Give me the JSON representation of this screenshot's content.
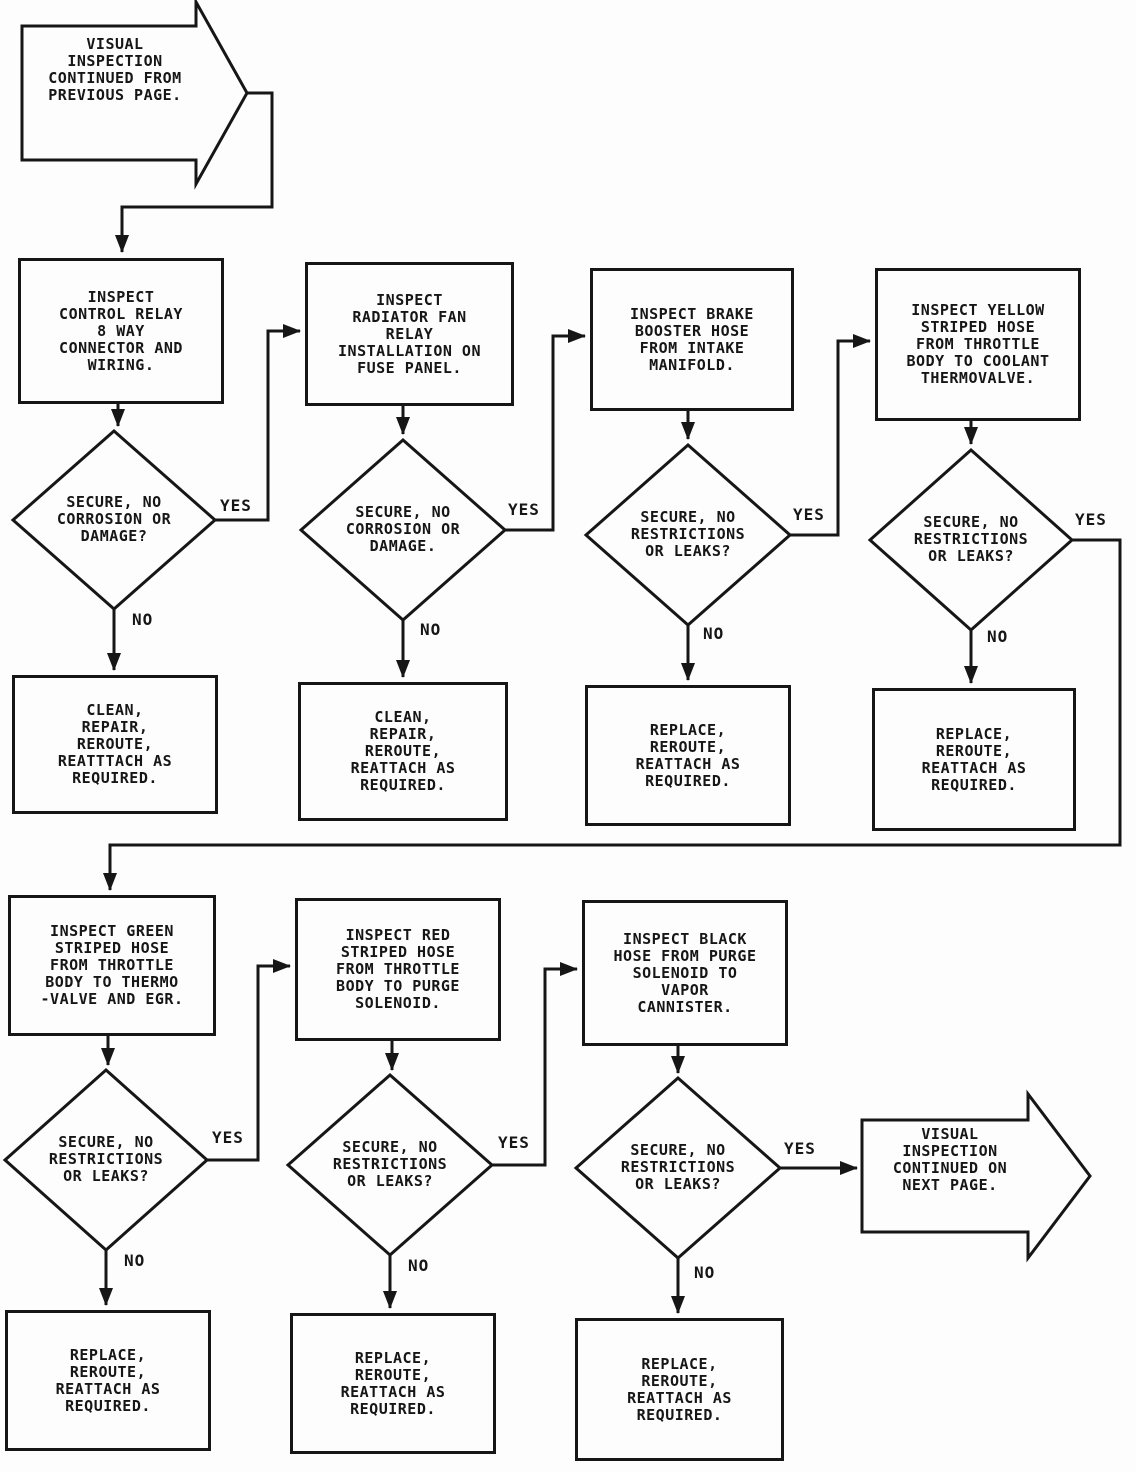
{
  "page": {
    "background": "#fdfdfd",
    "ink": "#161616"
  },
  "labels": {
    "yes": "YES",
    "no": "NO"
  },
  "start_arrow": "VISUAL\nINSPECTION\nCONTINUED FROM\nPREVIOUS PAGE.",
  "end_arrow": "VISUAL\nINSPECTION\nCONTINUED ON\nNEXT PAGE.",
  "steps": [
    {
      "inspect": "INSPECT\nCONTROL RELAY\n8 WAY\nCONNECTOR AND\nWIRING.",
      "decision": "SECURE, NO\nCORROSION OR\nDAMAGE?",
      "action": "CLEAN,\nREPAIR,\nREROUTE,\nREATTTACH AS\nREQUIRED."
    },
    {
      "inspect": "INSPECT\nRADIATOR FAN\nRELAY\nINSTALLATION ON\nFUSE PANEL.",
      "decision": "SECURE, NO\nCORROSION OR\nDAMAGE.",
      "action": "CLEAN,\nREPAIR,\nREROUTE,\nREATTACH AS\nREQUIRED."
    },
    {
      "inspect": "INSPECT BRAKE\nBOOSTER HOSE\nFROM INTAKE\nMANIFOLD.",
      "decision": "SECURE, NO\nRESTRICTIONS\nOR LEAKS?",
      "action": "REPLACE,\nREROUTE,\nREATTACH AS\nREQUIRED."
    },
    {
      "inspect": "INSPECT YELLOW\nSTRIPED HOSE\nFROM THROTTLE\nBODY TO COOLANT\nTHERMOVALVE.",
      "decision": "SECURE, NO\nRESTRICTIONS\nOR LEAKS?",
      "action": "REPLACE,\nREROUTE,\nREATTACH AS\nREQUIRED."
    },
    {
      "inspect": "INSPECT GREEN\nSTRIPED HOSE\nFROM THROTTLE\nBODY TO THERMO\n-VALVE AND EGR.",
      "decision": "SECURE, NO\nRESTRICTIONS\nOR LEAKS?",
      "action": "REPLACE,\nREROUTE,\nREATTACH AS\nREQUIRED."
    },
    {
      "inspect": "INSPECT RED\nSTRIPED HOSE\nFROM THROTTLE\nBODY TO PURGE\nSOLENOID.",
      "decision": "SECURE, NO\nRESTRICTIONS\nOR LEAKS?",
      "action": "REPLACE,\nREROUTE,\nREATTACH AS\nREQUIRED."
    },
    {
      "inspect": "INSPECT BLACK\nHOSE FROM PURGE\nSOLENOID TO\nVAPOR\nCANNISTER.",
      "decision": "SECURE, NO\nRESTRICTIONS\nOR LEAKS?",
      "action": "REPLACE,\nREROUTE,\nREATTACH AS\nREQUIRED."
    }
  ]
}
